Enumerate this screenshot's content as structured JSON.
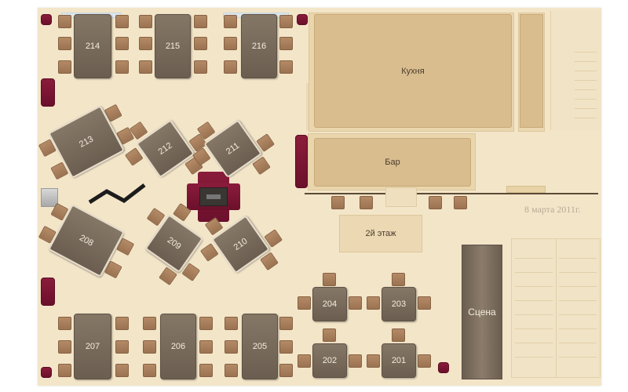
{
  "plan": {
    "date": "8 марта 2011г.",
    "rooms": {
      "kitchen": "Кухня",
      "bar": "Бар",
      "second_floor": "2й этаж",
      "stage": "Сцена"
    },
    "tables": {
      "t214": "214",
      "t215": "215",
      "t216": "216",
      "t213": "213",
      "t212": "212",
      "t211": "211",
      "t208": "208",
      "t209": "209",
      "t210": "210",
      "t207": "207",
      "t206": "206",
      "t205": "205",
      "t204": "204",
      "t203": "203",
      "t202": "202",
      "t201": "201"
    }
  },
  "colors": {
    "floor": "#f3e5c8",
    "table": "#7a6d5e",
    "chair": "#a77e5c",
    "sofa": "#7a1533",
    "kitchen": "#ddc194"
  }
}
